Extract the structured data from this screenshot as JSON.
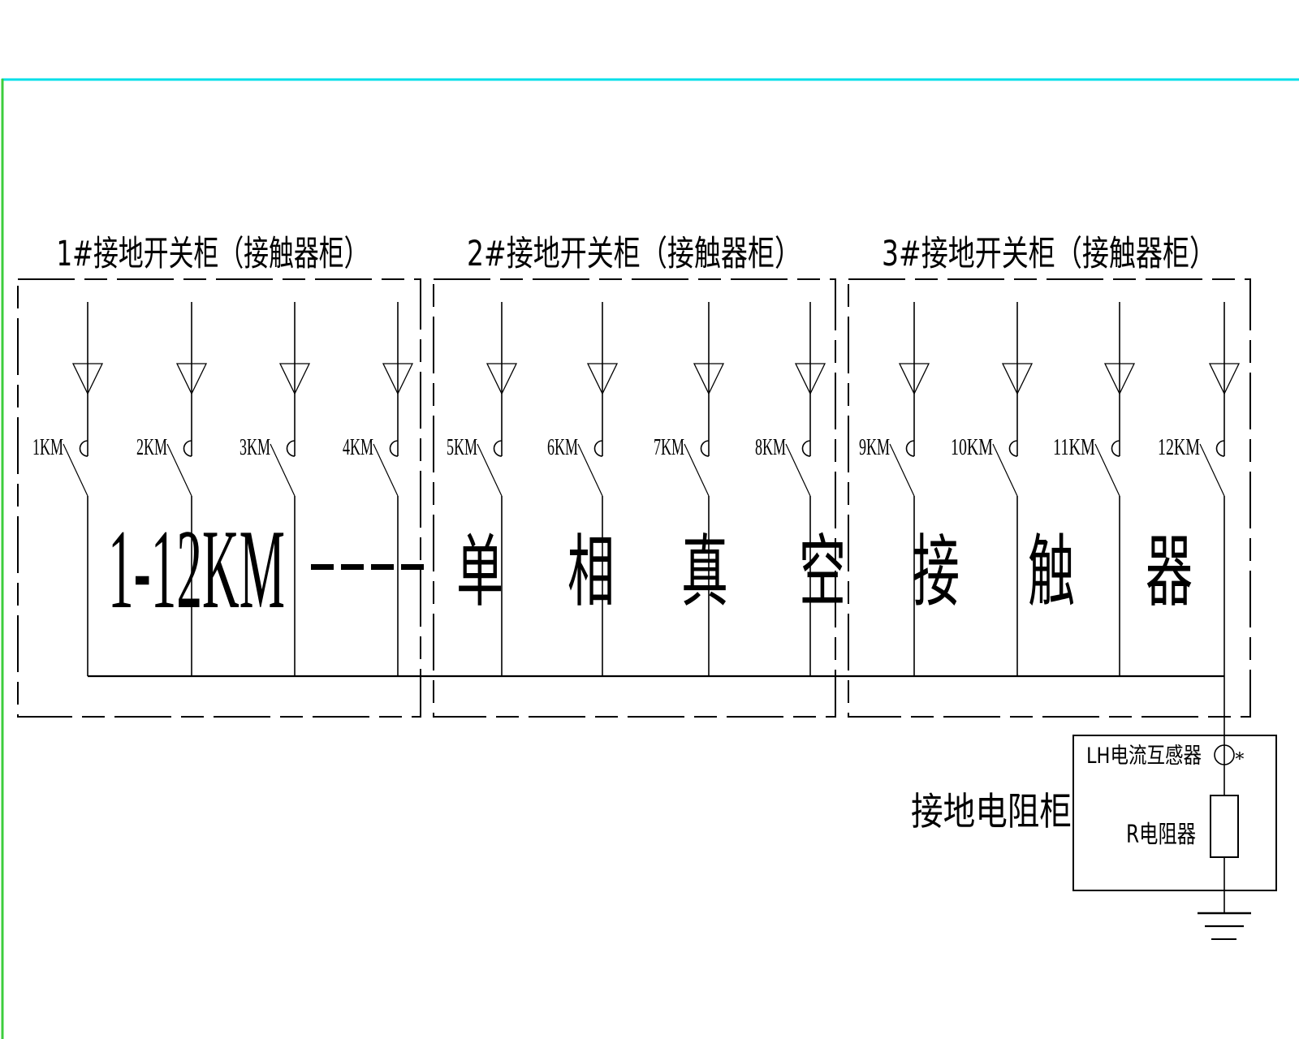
{
  "drawing": {
    "background": "#ffffff",
    "line_color": "#000000",
    "top_border_color": "#00dfe8",
    "left_border_color": "#3dcd3d"
  },
  "cabinets": [
    {
      "title": "1#接地开关柜（接触器柜）"
    },
    {
      "title": "2#接地开关柜（接触器柜）"
    },
    {
      "title": "3#接地开关柜（接触器柜）"
    }
  ],
  "contactors": [
    {
      "label": "1KM"
    },
    {
      "label": "2KM"
    },
    {
      "label": "3KM"
    },
    {
      "label": "4KM"
    },
    {
      "label": "5KM"
    },
    {
      "label": "6KM"
    },
    {
      "label": "7KM"
    },
    {
      "label": "8KM"
    },
    {
      "label": "9KM"
    },
    {
      "label": "10KM"
    },
    {
      "label": "11KM"
    },
    {
      "label": "12KM"
    }
  ],
  "annotation": {
    "range_label": "1-12KM",
    "separator": "----",
    "description": "单相真空接触器",
    "description_chars": [
      "单",
      "相",
      "真",
      "空",
      "接",
      "触",
      "器"
    ]
  },
  "resistor_cabinet": {
    "label": "接地电阻柜",
    "ct_label": "LH电流互感器",
    "ct_polarity_mark": "∗",
    "resistor_label": "R电阻器"
  }
}
